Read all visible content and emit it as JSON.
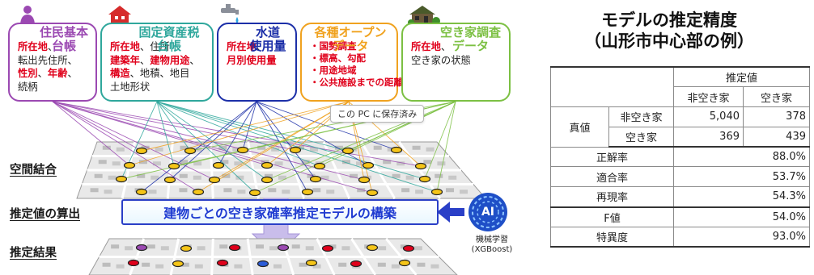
{
  "sources": [
    {
      "id": "resident",
      "title": [
        "住民基本",
        "台帳"
      ],
      "color": "#9b49b2",
      "lines": [
        [
          {
            "t": "所在地",
            "hl": true
          },
          {
            "t": "、",
            "hl": false
          }
        ],
        [
          {
            "t": "転出先住所、",
            "hl": false
          }
        ],
        [
          {
            "t": "性別",
            "hl": true
          },
          {
            "t": "、",
            "hl": false
          },
          {
            "t": "年齢",
            "hl": true
          },
          {
            "t": "、",
            "hl": false
          }
        ],
        [
          {
            "t": "続柄",
            "hl": false
          }
        ]
      ],
      "icon": "person-icon"
    },
    {
      "id": "property-tax",
      "title": [
        "固定資産税",
        "台帳"
      ],
      "color": "#2fa79c",
      "lines": [
        [
          {
            "t": "所在地",
            "hl": true
          },
          {
            "t": "、住所",
            "hl": false
          }
        ],
        [
          {
            "t": "建築年",
            "hl": true
          },
          {
            "t": "、",
            "hl": false
          },
          {
            "t": "建物用途",
            "hl": true
          },
          {
            "t": "、",
            "hl": false
          }
        ],
        [
          {
            "t": "構造",
            "hl": true
          },
          {
            "t": "、地積、地目",
            "hl": false
          }
        ],
        [
          {
            "t": "土地形状",
            "hl": false
          }
        ]
      ],
      "icon": "house-icon"
    },
    {
      "id": "water",
      "title": [
        "水道",
        "使用量"
      ],
      "color": "#1c2fa8",
      "lines": [
        [
          {
            "t": "所在地",
            "hl": true
          },
          {
            "t": "、",
            "hl": false
          }
        ],
        [
          {
            "t": "月別使用量",
            "hl": true
          }
        ]
      ],
      "icon": "faucet-icon"
    },
    {
      "id": "open-data",
      "title": [
        "各種オープン",
        "データ"
      ],
      "color": "#f0a21f",
      "bullets": [
        "・国勢調査",
        "・標高、勾配",
        "・用途地域",
        "・公共施設までの距離"
      ],
      "icon": "none"
    },
    {
      "id": "vacancy-survey",
      "title": [
        "空き家調査",
        "データ"
      ],
      "color": "#7cc043",
      "lines": [
        [
          {
            "t": "所在地",
            "hl": true
          },
          {
            "t": "、",
            "hl": false
          }
        ],
        [
          {
            "t": "空き家の状態",
            "hl": false
          }
        ]
      ],
      "icon": "old-house-icon"
    }
  ],
  "tooltip": "この PC に保存済み",
  "steps": {
    "spatial_join": "空間結合",
    "calc": "推定値の算出",
    "result": "推定結果"
  },
  "banner": "建物ごとの空き家確率推定モデルの構築",
  "ai": {
    "badge": "AI",
    "caption": [
      "機械学習",
      "(XGBoost)"
    ]
  },
  "precision": {
    "title": [
      "モデルの推定精度",
      "（山形市中心部の例）"
    ],
    "header_estimate": "推定値",
    "col_non_vacant": "非空き家",
    "col_vacant": "空き家",
    "true_label": "真値",
    "rows": [
      {
        "label": "非空き家",
        "non_vacant": "5,040",
        "vacant": "378"
      },
      {
        "label": "空き家",
        "non_vacant": "369",
        "vacant": "439"
      }
    ],
    "metrics": [
      {
        "label": "正解率",
        "value": "88.0%"
      },
      {
        "label": "適合率",
        "value": "53.7%"
      },
      {
        "label": "再現率",
        "value": "54.3%"
      },
      {
        "label": "F値",
        "value": "54.0%"
      },
      {
        "label": "特異度",
        "value": "93.0%"
      }
    ]
  },
  "colors": {
    "dot_yellow": "#f5c518",
    "dot_red": "#e0001b",
    "dot_blue": "#2a5bd7",
    "dot_purple": "#9b49b2",
    "arrow": "#b8a9e0",
    "ai_blue": "#1f4fc7"
  }
}
